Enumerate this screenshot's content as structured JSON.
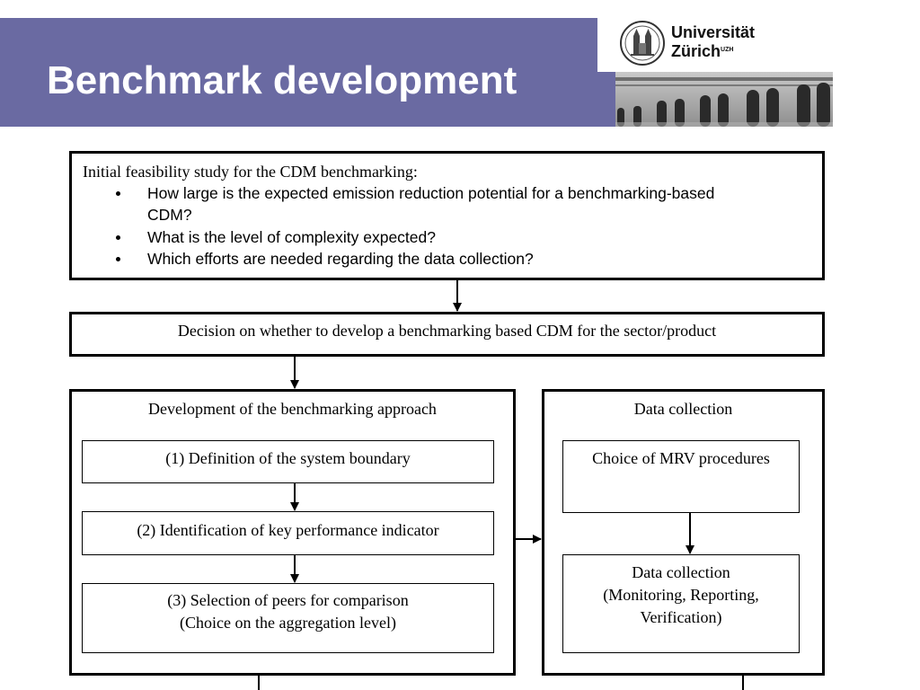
{
  "header": {
    "title": "Benchmark development",
    "logo_line1": "Universität",
    "logo_line2": "Zürich",
    "logo_sup": "UZH"
  },
  "colors": {
    "header_bar": "#6a6aa2",
    "title_text": "#ffffff"
  },
  "feasibility": {
    "heading": "Initial feasibility study for the CDM benchmarking:",
    "bullet1_line1": "How large is the expected emission reduction potential for a benchmarking-based",
    "bullet1_line2": "CDM?",
    "bullet2": "What is the level of complexity expected?",
    "bullet3": "Which efforts are needed regarding the data collection?"
  },
  "decision": {
    "text": "Decision on whether to develop a benchmarking based CDM for the sector/product"
  },
  "development": {
    "heading": "Development of the benchmarking approach",
    "step1": "(1) Definition of the system boundary",
    "step2": "(2) Identification of key performance indicator",
    "step3_line1": "(3) Selection of peers for comparison",
    "step3_line2": "(Choice on the aggregation level)"
  },
  "data_collection": {
    "heading": "Data collection",
    "mrv": "Choice of MRV procedures",
    "dc_line1": "Data collection",
    "dc_line2": "(Monitoring, Reporting,",
    "dc_line3": "Verification)"
  }
}
